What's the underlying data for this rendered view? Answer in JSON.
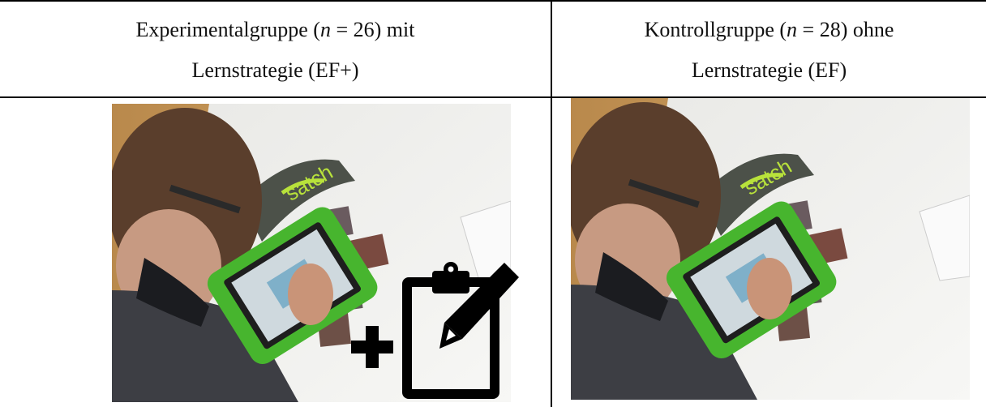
{
  "columns": [
    {
      "pre": "Experimentalgruppe (",
      "n_symbol": "n",
      "post": " = 26) mit",
      "line2": "Lernstrategie (EF+)"
    },
    {
      "pre": "Kontrollgruppe (",
      "n_symbol": "n",
      "post": " = 28) ohne",
      "line2": "Lernstrategie (EF)"
    }
  ],
  "photo_text": "satch",
  "icons": {
    "plus": "plus-icon",
    "clipboard": "clipboard-pencil-icon"
  }
}
